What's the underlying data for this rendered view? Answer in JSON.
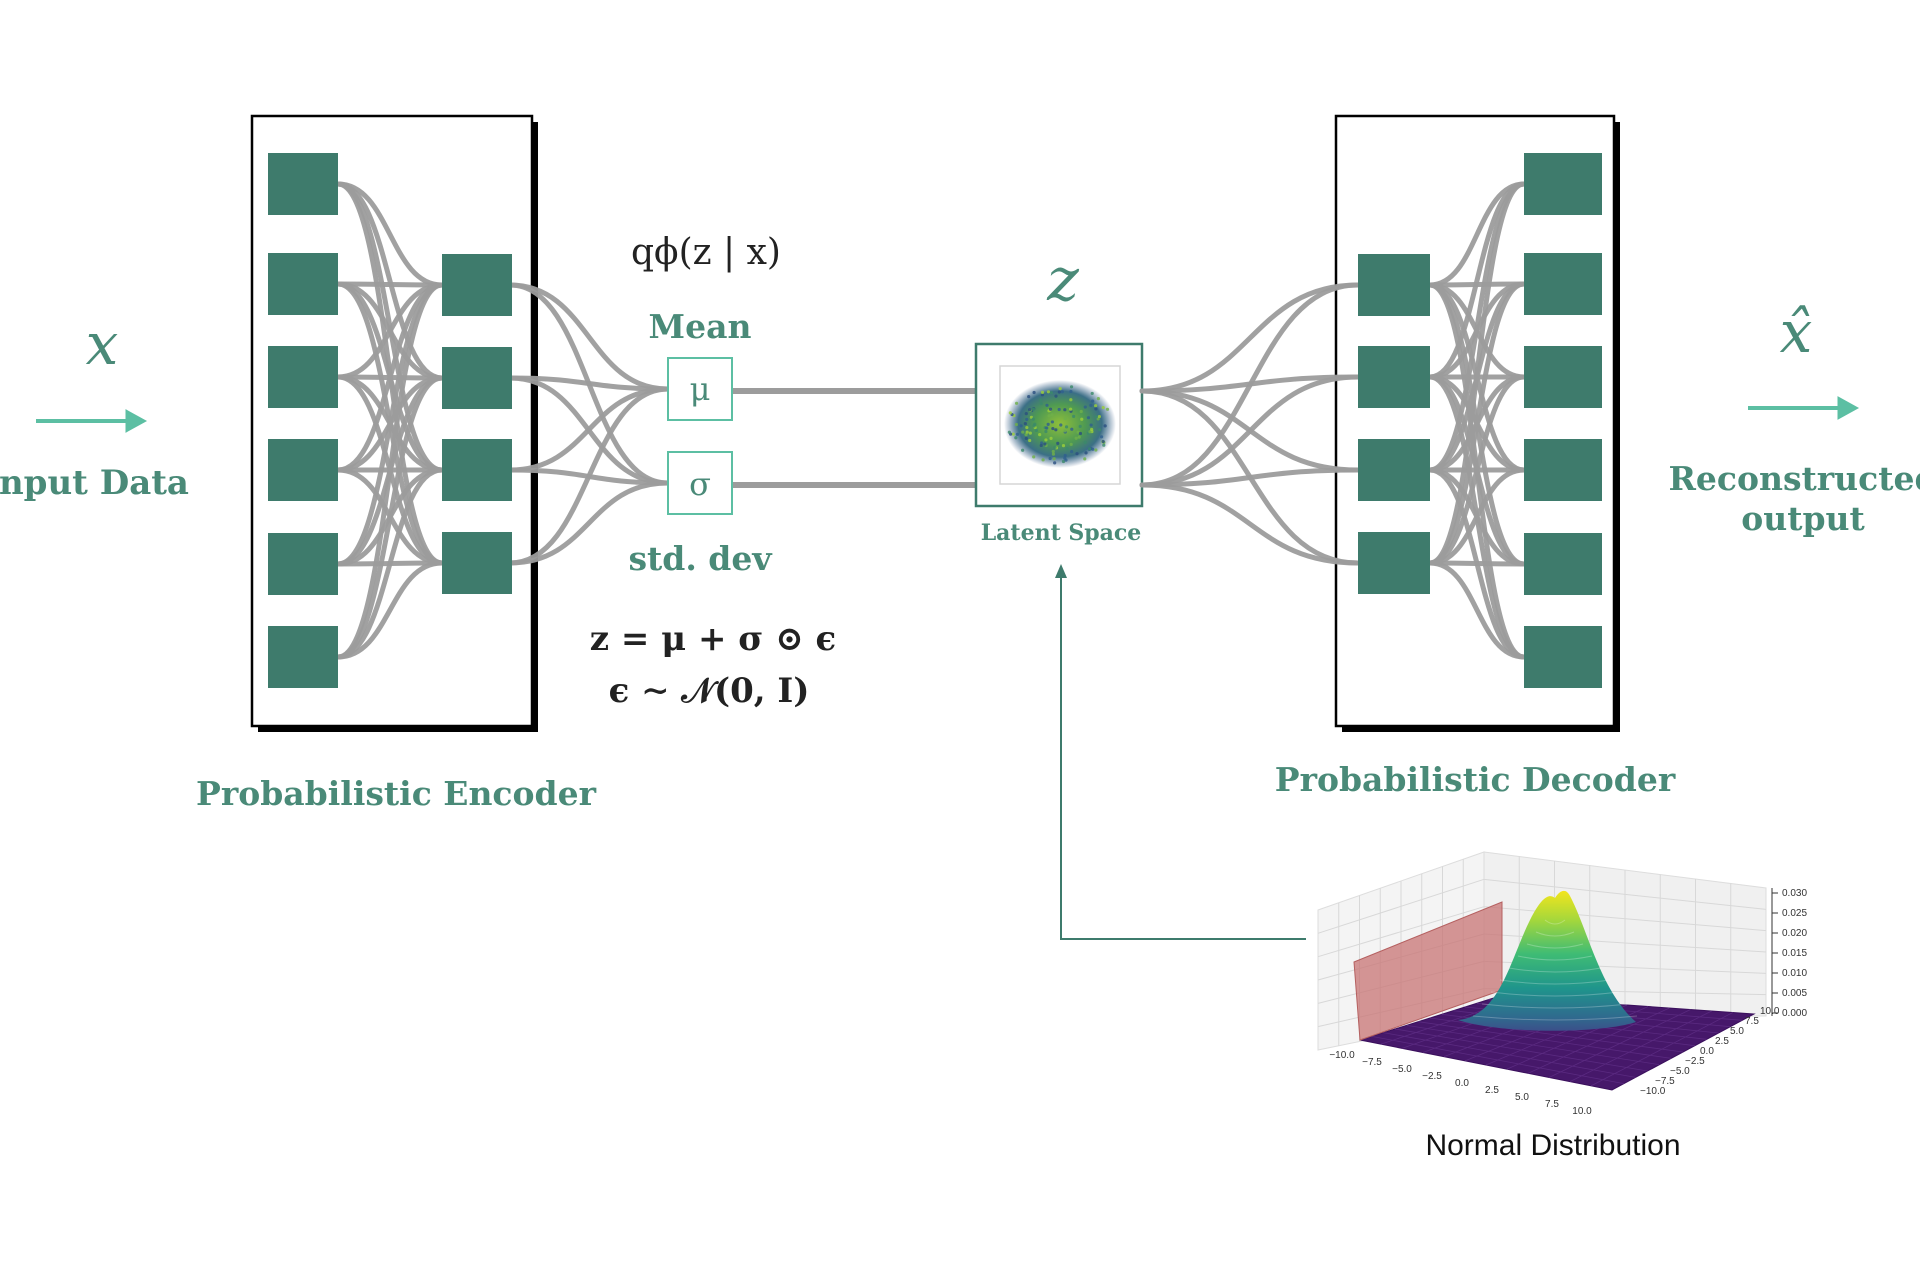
{
  "colors": {
    "teal": "#3e7b6c",
    "teal_text": "#4a8a78",
    "arrow": "#5cbfa3",
    "edge": "#9c9c9c",
    "frame": "#000000",
    "math": "#222222"
  },
  "input": {
    "symbol": "x",
    "label": "Input Data"
  },
  "output": {
    "symbol": "x̂",
    "label_line1": "Reconstructed",
    "label_line2": "output"
  },
  "encoder": {
    "label": "Probabilistic Encoder"
  },
  "decoder": {
    "label": "Probabilistic Decoder"
  },
  "posterior": {
    "expr": "qϕ(z | x)"
  },
  "mean": {
    "label": "Mean",
    "symbol": "μ"
  },
  "std": {
    "label": "std. dev",
    "symbol": "σ"
  },
  "reparam": {
    "line1": "z = μ + σ ⊙ ϵ",
    "line2": "ϵ ∼ 𝒩(0, I)"
  },
  "latent": {
    "symbol": "z",
    "label": "Latent Space"
  },
  "normal": {
    "label": "Normal Distribution",
    "z_ticks": [
      "0.030",
      "0.025",
      "0.020",
      "0.015",
      "0.010",
      "0.005",
      "0.000"
    ],
    "x_ticks": [
      "−10.0",
      "−7.5",
      "−5.0",
      "−2.5",
      "0.0",
      "2.5",
      "5.0",
      "7.5",
      "10.0"
    ],
    "y_ticks": [
      "−10.0",
      "−7.5",
      "−5.0",
      "−2.5",
      "0.0",
      "2.5",
      "5.0",
      "7.5",
      "10.0"
    ]
  }
}
